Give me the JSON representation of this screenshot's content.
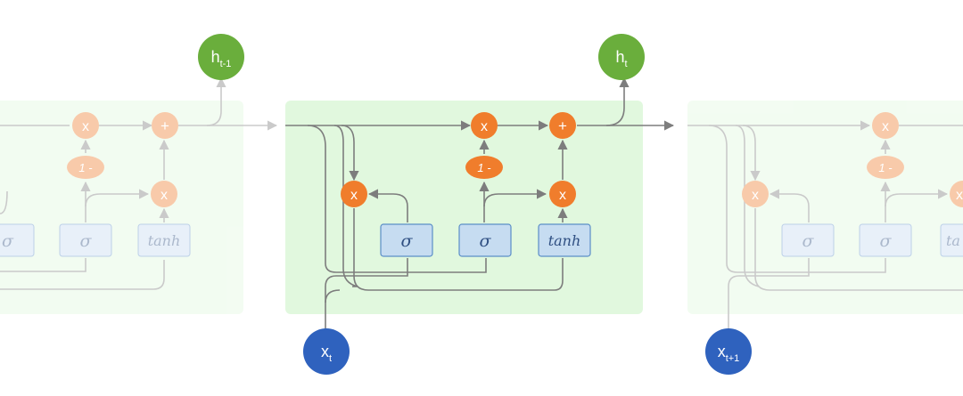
{
  "cells": [
    {
      "id": "prev",
      "output": {
        "base": "h",
        "sub": "t-1"
      },
      "ops": {
        "forget_mul": "x",
        "add": "+",
        "one_minus": "1 -",
        "candidate_mul": "x"
      },
      "gates": [
        "σ",
        "σ",
        "tanh"
      ],
      "faded": true
    },
    {
      "id": "current",
      "input": {
        "base": "x",
        "sub": "t"
      },
      "output": {
        "base": "h",
        "sub": "t"
      },
      "ops": {
        "reset_mul": "x",
        "forget_mul": "x",
        "add": "+",
        "one_minus": "1 -",
        "candidate_mul": "x"
      },
      "gates": [
        "σ",
        "σ",
        "tanh"
      ],
      "faded": false
    },
    {
      "id": "next",
      "input": {
        "base": "x",
        "sub": "t+1"
      },
      "ops": {
        "reset_mul": "x",
        "forget_mul": "x",
        "one_minus": "1 -",
        "candidate_mul": "x"
      },
      "gates": [
        "σ",
        "σ",
        "ta"
      ],
      "faded": true
    }
  ],
  "colors": {
    "cell_bg": "#e1f8de",
    "gate_fill": "#c6dcf1",
    "gate_stroke": "#5b8ec7",
    "gate_text": "#2f4f82",
    "op_fill": "#f07d2c",
    "op_text": "#ffffff",
    "output_fill": "#6aae3c",
    "input_fill": "#2f62be",
    "line": "#7d7d7d"
  }
}
